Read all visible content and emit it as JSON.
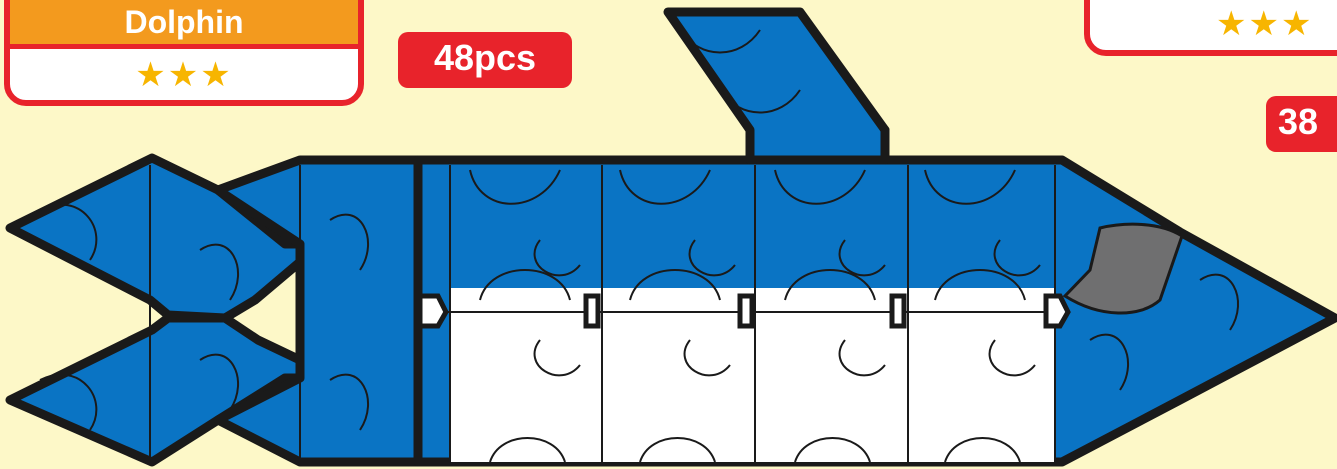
{
  "puzzle_left": {
    "title": "Dolphin",
    "stars": "★★★",
    "piece_count": "48pcs"
  },
  "puzzle_right": {
    "stars": "★★★",
    "piece_count": "38"
  },
  "colors": {
    "background": "#fdf8c8",
    "body_blue": "#0a74c4",
    "belly_white": "#ffffff",
    "eye_gray": "#6f6f70",
    "outline": "#1a1a1a",
    "card_border_red": "#e8232b",
    "title_band_orange": "#f39a1e",
    "star_gold": "#f7b500"
  }
}
